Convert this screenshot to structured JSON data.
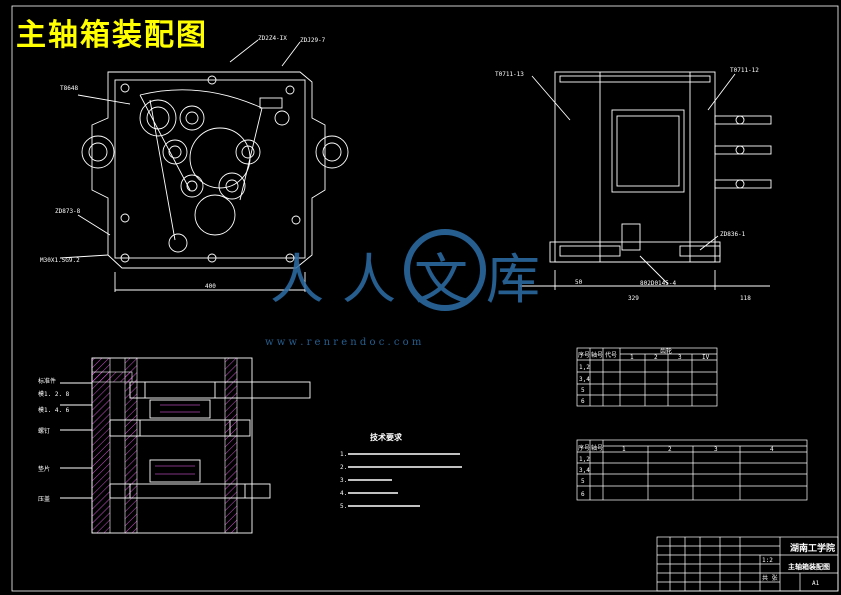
{
  "title": "主轴箱装配图",
  "front_view": {
    "labels": [
      "ZD2Z4-IX",
      "ZDJ29-7",
      "T8648",
      "ZD873-8",
      "M30X1.5G9.2"
    ],
    "dim_width": "400"
  },
  "side_view": {
    "labels": [
      "T0711-13",
      "T0711-12",
      "ZD836-1",
      "802D0145-4"
    ],
    "dims": [
      "50",
      "329",
      "118"
    ]
  },
  "section": {
    "side_labels": [
      "标准件",
      "模1. 2. 8",
      "模1. 4. 6",
      "螺钉",
      "垫片",
      "压盖"
    ]
  },
  "tech_req": {
    "heading": "技术要求",
    "items": [
      "1.",
      "2.",
      "3.",
      "4.",
      "5."
    ]
  },
  "table1": {
    "headers": [
      "序号",
      "轴号",
      "代号",
      "齿轮"
    ],
    "cols": [
      "1",
      "2",
      "3",
      "IV"
    ],
    "rows": [
      [
        "1,2",
        "",
        ""
      ],
      [
        "3,4",
        "",
        ""
      ],
      [
        "5",
        "",
        ""
      ],
      [
        "6",
        "",
        ""
      ]
    ]
  },
  "table2": {
    "headers": [
      "序号",
      "轴号",
      "",
      "",
      "",
      ""
    ],
    "cols": [
      "1",
      "2",
      "3",
      "4"
    ],
    "rows": [
      [
        "1,2",
        ""
      ],
      [
        "3,4",
        ""
      ],
      [
        "5",
        ""
      ],
      [
        "6",
        ""
      ]
    ]
  },
  "title_block": {
    "company": "湖南工学院",
    "drawing_name": "主轴箱装配图",
    "size": "A1",
    "scale": "1:2",
    "sheet": "共 张"
  },
  "watermark": {
    "text": "人人文库",
    "url": "w w w . r e n r e n d o c . c o m"
  },
  "colors": {
    "line": "#ffffff",
    "title": "#ffff00",
    "hatch": "#ff66ff",
    "watermark": "#2d6fa8"
  }
}
